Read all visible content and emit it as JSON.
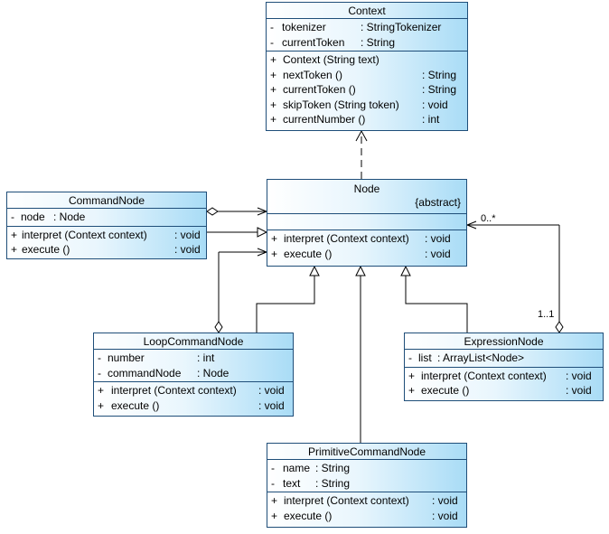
{
  "classes": {
    "context": {
      "name": "Context",
      "attributes": [
        {
          "vis": "-",
          "name": "tokenizer",
          "type": ": StringTokenizer"
        },
        {
          "vis": "-",
          "name": "currentToken",
          "type": ": String"
        }
      ],
      "operations": [
        {
          "vis": "+",
          "name": "Context (String text)",
          "type": ""
        },
        {
          "vis": "+",
          "name": "nextToken ()",
          "type": ": String"
        },
        {
          "vis": "+",
          "name": "currentToken ()",
          "type": ": String"
        },
        {
          "vis": "+",
          "name": "skipToken (String token)",
          "type": ": void"
        },
        {
          "vis": "+",
          "name": "currentNumber ()",
          "type": ": int"
        }
      ]
    },
    "node": {
      "name": "Node",
      "stereotype": "{abstract}",
      "operations": [
        {
          "vis": "+",
          "name": "interpret (Context context)",
          "type": ": void"
        },
        {
          "vis": "+",
          "name": "execute ()",
          "type": ": void"
        }
      ]
    },
    "command_node": {
      "name": "CommandNode",
      "attributes": [
        {
          "vis": "-",
          "name": "node",
          "type": ": Node"
        }
      ],
      "operations": [
        {
          "vis": "+",
          "name": "interpret (Context context)",
          "type": ": void"
        },
        {
          "vis": "+",
          "name": "execute ()",
          "type": ": void"
        }
      ]
    },
    "loop_command_node": {
      "name": "LoopCommandNode",
      "attributes": [
        {
          "vis": "-",
          "name": "number",
          "type": ": int"
        },
        {
          "vis": "-",
          "name": "commandNode",
          "type": ": Node"
        }
      ],
      "operations": [
        {
          "vis": "+",
          "name": "interpret (Context context)",
          "type": ": void"
        },
        {
          "vis": "+",
          "name": "execute ()",
          "type": ": void"
        }
      ]
    },
    "expression_node": {
      "name": "ExpressionNode",
      "attributes": [
        {
          "vis": "-",
          "name": "list",
          "type": ": ArrayList<Node>"
        }
      ],
      "operations": [
        {
          "vis": "+",
          "name": "interpret (Context context)",
          "type": ": void"
        },
        {
          "vis": "+",
          "name": "execute ()",
          "type": ": void"
        }
      ]
    },
    "primitive_command_node": {
      "name": "PrimitiveCommandNode",
      "attributes": [
        {
          "vis": "-",
          "name": "name",
          "type": ": String"
        },
        {
          "vis": "-",
          "name": "text",
          "type": ": String"
        }
      ],
      "operations": [
        {
          "vis": "+",
          "name": "interpret (Context context)",
          "type": ": void"
        },
        {
          "vis": "+",
          "name": "execute ()",
          "type": ": void"
        }
      ]
    }
  },
  "multiplicities": {
    "list_target": "0..*",
    "list_source": "1..1"
  }
}
